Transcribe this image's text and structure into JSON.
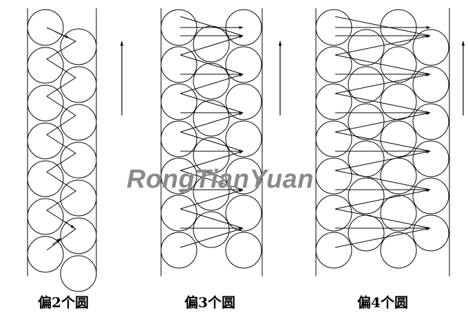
{
  "panels": [
    {
      "caption": "偏2个圆",
      "offset": 2
    },
    {
      "caption": "偏3个圆",
      "offset": 3
    },
    {
      "caption": "偏4个圆",
      "offset": 4
    }
  ],
  "watermark": "RongTianYuan"
}
